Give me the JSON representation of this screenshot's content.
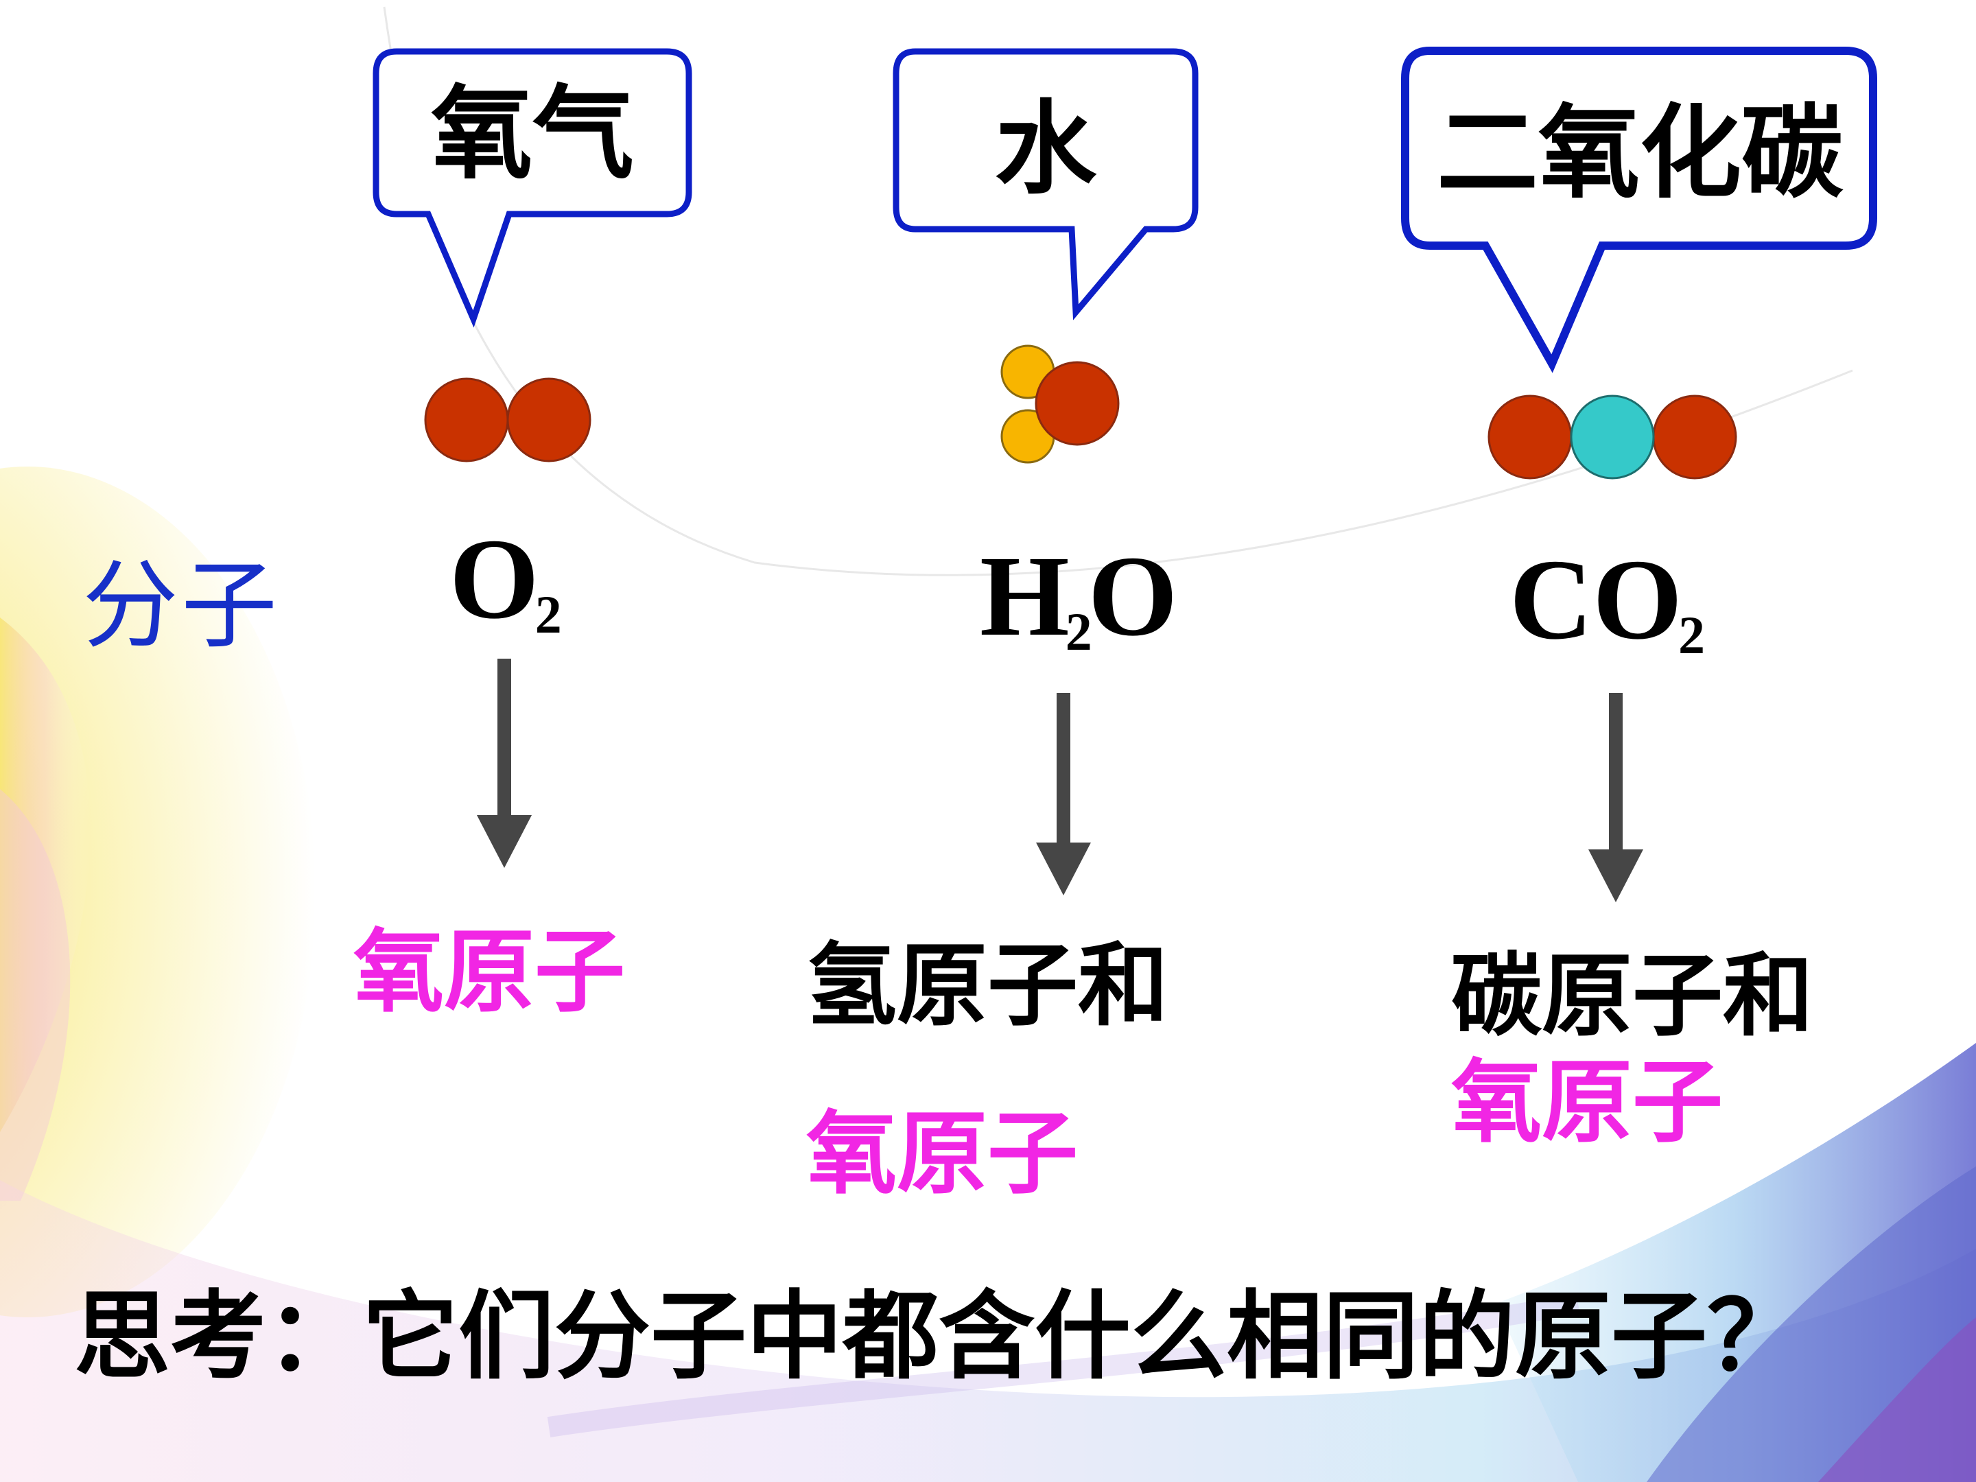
{
  "colors": {
    "bubble_border": "#0d1fc7",
    "oxygen_atom": "#c93200",
    "hydrogen_atom": "#f8b500",
    "carbon_atom": "#35c9c9",
    "arrow": "#464646",
    "row_label": "#1730c8",
    "highlight": "#f126e4"
  },
  "bubbles": {
    "oxygen": "氧气",
    "water": "水",
    "co2": "二氧化碳"
  },
  "row_label": "分子",
  "formulas": {
    "o2": {
      "main1": "O",
      "sub": "2",
      "main2": ""
    },
    "h2o": {
      "main1": "H",
      "sub": "2",
      "main2": "O"
    },
    "co2": {
      "main1": "CO",
      "sub": "2",
      "main2": ""
    }
  },
  "atoms": {
    "o2": {
      "line1": "氧原子"
    },
    "h2o": {
      "line1": "氢原子和",
      "line2": "氧原子"
    },
    "co2": {
      "line1": "碳原子和",
      "line2": "氧原子"
    }
  },
  "question": "思考：它们分子中都含什么相同的原子？"
}
